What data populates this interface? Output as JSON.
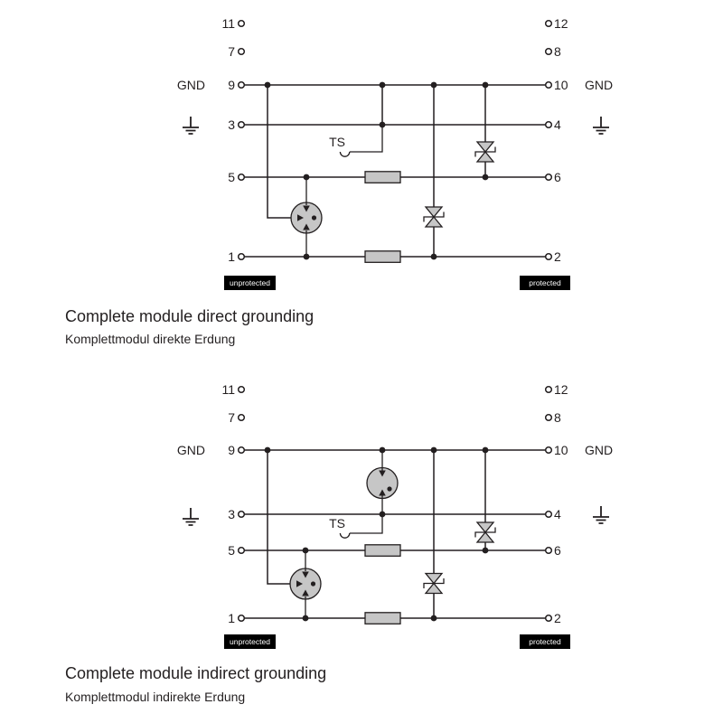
{
  "colors": {
    "line": "#231f20",
    "component_fill": "#c6c6c6",
    "label_bg": "#000000",
    "label_text": "#ffffff",
    "background": "#ffffff"
  },
  "diagrams": [
    {
      "title": "Complete module direct grounding",
      "subtitle": "Komplettmodul direkte Erdung",
      "gnd_left": "GND",
      "gnd_right": "GND",
      "ts_label": "TS",
      "zone_left": "unprotected",
      "zone_right": "protected",
      "terminals_left": [
        "11",
        "7",
        "9",
        "3",
        "5",
        "1"
      ],
      "terminals_right": [
        "12",
        "8",
        "10",
        "4",
        "6",
        "2"
      ]
    },
    {
      "title": "Complete module indirect grounding",
      "subtitle": "Komplettmodul indirekte Erdung",
      "gnd_left": "GND",
      "gnd_right": "GND",
      "ts_label": "TS",
      "zone_left": "unprotected",
      "zone_right": "protected",
      "terminals_left": [
        "11",
        "7",
        "9",
        "3",
        "5",
        "1"
      ],
      "terminals_right": [
        "12",
        "8",
        "10",
        "4",
        "6",
        "2"
      ]
    }
  ]
}
